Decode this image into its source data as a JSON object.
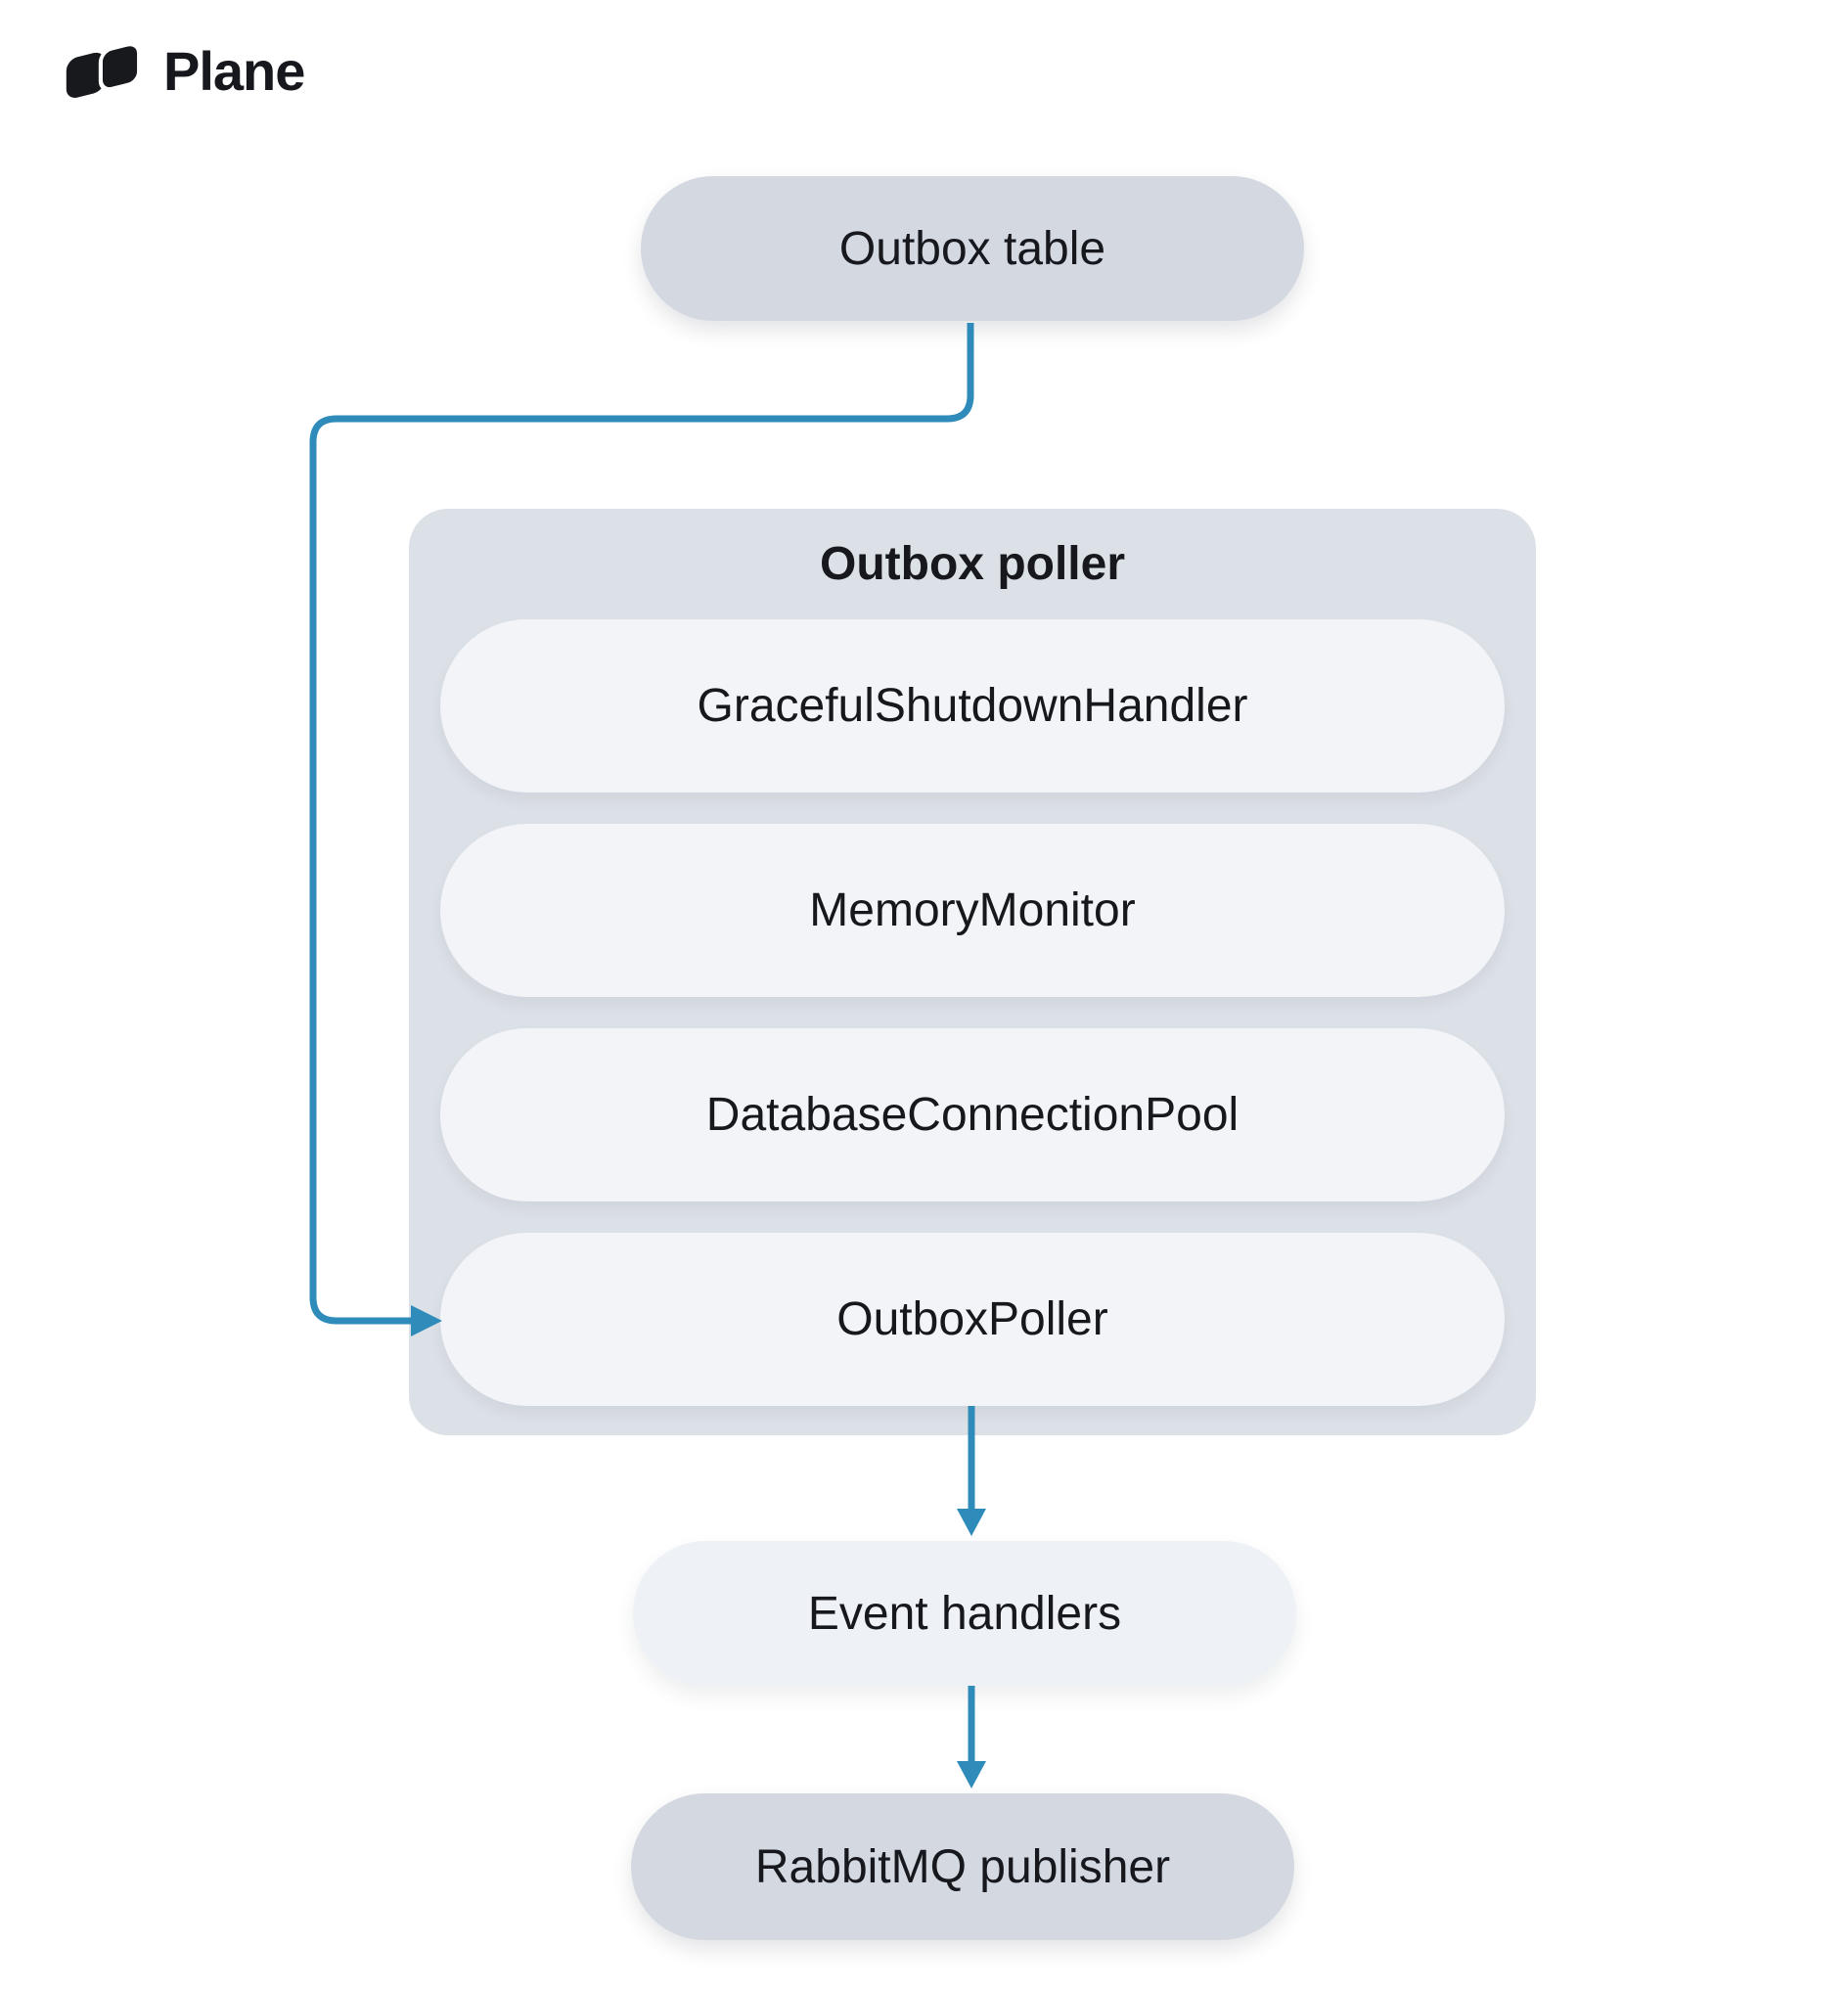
{
  "brand": {
    "name": "Plane",
    "logo_icon": "plane-logo-icon"
  },
  "colors": {
    "accent-blue": "#2f8cba",
    "node-dark": "#d4d8e0",
    "container-gray": "#dce0e7",
    "node-light": "#f2f4f8",
    "event-light": "#eef1f6",
    "text": "#16181d",
    "background": "#ffffff"
  },
  "diagram": {
    "top_node": {
      "label": "Outbox table"
    },
    "container": {
      "title": "Outbox poller",
      "children": [
        {
          "label": "GracefulShutdownHandler"
        },
        {
          "label": "MemoryMonitor"
        },
        {
          "label": "DatabaseConnectionPool"
        },
        {
          "label": "OutboxPoller"
        }
      ]
    },
    "bottom_nodes": [
      {
        "label": "Event handlers"
      },
      {
        "label": "RabbitMQ publisher"
      }
    ],
    "edges": [
      {
        "from": "Outbox table",
        "to": "OutboxPoller"
      },
      {
        "from": "Outbox poller",
        "to": "Event handlers"
      },
      {
        "from": "Event handlers",
        "to": "RabbitMQ publisher"
      }
    ]
  }
}
